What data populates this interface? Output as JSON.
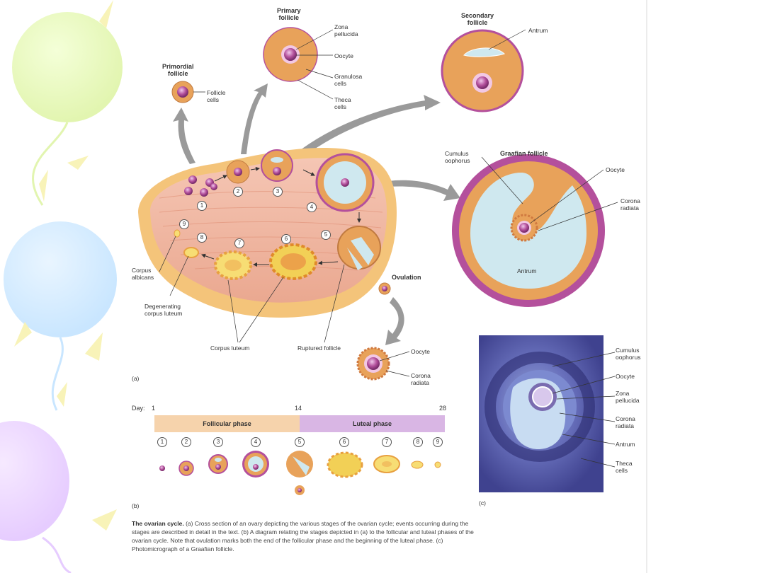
{
  "colors": {
    "tissue": "#f2b8a4",
    "cortex": "#f4c47a",
    "follicle": "#e8a25a",
    "oocyte": "#b4509c",
    "antrum": "#cfe8ef",
    "arrow": "#9a9a9a"
  },
  "primordial": {
    "title": "Primordial\nfollicle",
    "label": "Follicle\ncells"
  },
  "primary": {
    "title": "Primary\nfollicle",
    "zona": "Zona\npellucida",
    "oocyte": "Oocyte",
    "granulosa": "Granulosa\ncells",
    "theca": "Theca\ncells"
  },
  "secondary": {
    "title": "Secondary\nfollicle",
    "antrum": "Antrum"
  },
  "graafian": {
    "title": "Graafian follicle",
    "cumulus": "Cumulus\noophorus",
    "oocyte": "Oocyte",
    "corona": "Corona\nradiata",
    "antrum": "Antrum"
  },
  "ovary": {
    "corpus_albicans": "Corpus\nalbicans",
    "degenerating": "Degenerating\ncorpus luteum",
    "corpus_luteum": "Corpus luteum",
    "ruptured": "Ruptured follicle",
    "ovulation": "Ovulation",
    "oocyte": "Oocyte",
    "corona": "Corona\nradiata",
    "panel": "(a)",
    "stages": [
      "1",
      "2",
      "3",
      "4",
      "5",
      "6",
      "7",
      "8",
      "9"
    ]
  },
  "timeline": {
    "day_label": "Day:",
    "day_start": "1",
    "day_mid": "14",
    "day_end": "28",
    "follicular": "Follicular phase",
    "luteal": "Luteal phase",
    "panel": "(b)",
    "stages": [
      "1",
      "2",
      "3",
      "4",
      "5",
      "6",
      "7",
      "8",
      "9"
    ]
  },
  "micrograph": {
    "panel": "(c)",
    "cumulus": "Cumulus\noophorus",
    "oocyte": "Oocyte",
    "zona": "Zona\npellucida",
    "corona": "Corona\nradiata",
    "antrum": "Antrum",
    "theca": "Theca\ncells"
  },
  "caption": {
    "title": "The ovarian cycle.",
    "body": " (a) Cross section of an ovary depicting the various stages of the ovarian cycle; events occurring during the stages are described in detail in the text. (b) A diagram relating the stages depicted in (a) to the follicular and luteal phases of the ovarian cycle. Note that ovulation marks both the end of the follicular phase and the beginning of the luteal phase. (c) Photomicrograph of a Graafian follicle."
  }
}
